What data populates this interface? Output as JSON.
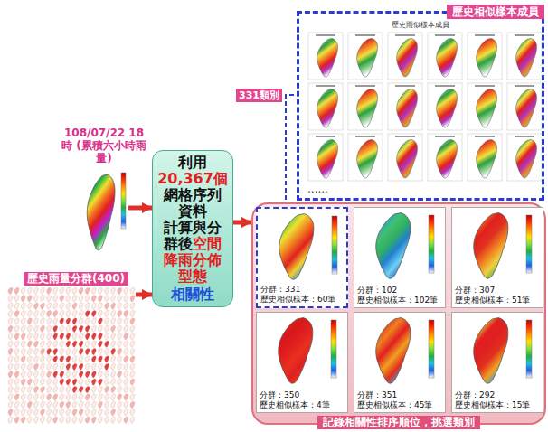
{
  "diagram": {
    "nodes": [
      {
        "text": [
          "108/07/22 18時 (累積六小時雨量)"
        ]
      },
      {
        "text": [
          "歷史雨量分群(400)"
        ]
      },
      {
        "text": [
          "利用",
          "20,367個",
          "網格序列 資料",
          "計算與分 群後",
          "空間 降雨分佈 型態",
          "相關性"
        ]
      },
      {
        "text": [
          "歷史相似樣本成員",
          "歷史雨似樣本成員"
        ]
      },
      {
        "text": [
          "記錄相關性排序順位，挑選類別"
        ]
      },
      {
        "text": [
          "分群：331",
          "歷史相似樣本：60筆"
        ],
        "in": 4
      },
      {
        "text": [
          "分群：102",
          "歷史相似樣本：102筆"
        ],
        "in": 4
      },
      {
        "text": [
          "分群：307",
          "歷史相似樣本：51筆"
        ],
        "in": 4
      },
      {
        "text": [
          "分群：350",
          "歷史相似樣本：4筆"
        ],
        "in": 4
      },
      {
        "text": [
          "分群：351",
          "歷史相似樣本：45筆"
        ],
        "in": 4
      },
      {
        "text": [
          "分群：292",
          "歷史相似樣本：15筆"
        ],
        "in": 4
      }
    ],
    "edges": [
      {
        "from": 0,
        "to": 2,
        "arrow": "to"
      },
      {
        "from": 1,
        "to": 2,
        "arrow": "to"
      },
      {
        "from": 2,
        "to": 4,
        "arrow": "to"
      },
      {
        "from": 5,
        "to": 3,
        "arrow": "none",
        "label": "331類別"
      }
    ],
    "labels": [
      "......"
    ]
  }
}
